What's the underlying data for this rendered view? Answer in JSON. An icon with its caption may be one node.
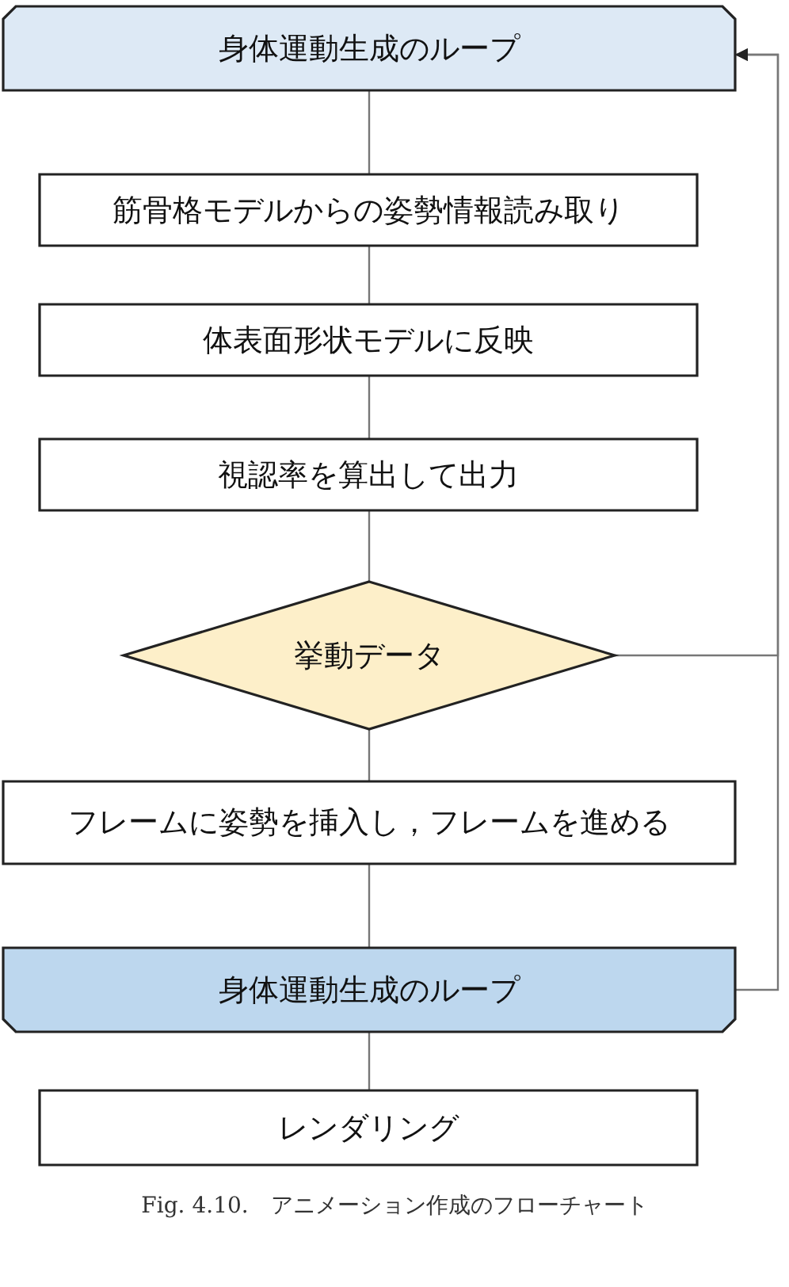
{
  "diagram": {
    "caption": "Fig. 4.10.　アニメーション作成のフローチャート",
    "nodes": [
      {
        "text": [
          "身体運動生成のループ"
        ]
      },
      {
        "text": [
          "筋骨格モデルからの姿勢情報読み取り"
        ]
      },
      {
        "text": [
          "体表面形状モデルに反映"
        ]
      },
      {
        "text": [
          "視認率を算出して出力"
        ]
      },
      {
        "text": [
          "挙動データ"
        ]
      },
      {
        "text": [
          "フレームに姿勢を挿入し，フレームを進める"
        ]
      },
      {
        "text": [
          "身体運動生成のループ"
        ]
      },
      {
        "text": [
          "レンダリング"
        ]
      }
    ],
    "edges": [
      {
        "from": 0,
        "to": 1,
        "arrow": "none"
      },
      {
        "from": 1,
        "to": 2,
        "arrow": "none"
      },
      {
        "from": 2,
        "to": 3,
        "arrow": "none"
      },
      {
        "from": 3,
        "to": 4,
        "arrow": "none"
      },
      {
        "from": 4,
        "to": 5,
        "arrow": "none"
      },
      {
        "from": 5,
        "to": 6,
        "arrow": "none"
      },
      {
        "from": 6,
        "to": 7,
        "arrow": "none"
      },
      {
        "from": 4,
        "to": 0,
        "arrow": "to"
      },
      {
        "from": 6,
        "to": 0,
        "arrow": "to"
      }
    ]
  }
}
